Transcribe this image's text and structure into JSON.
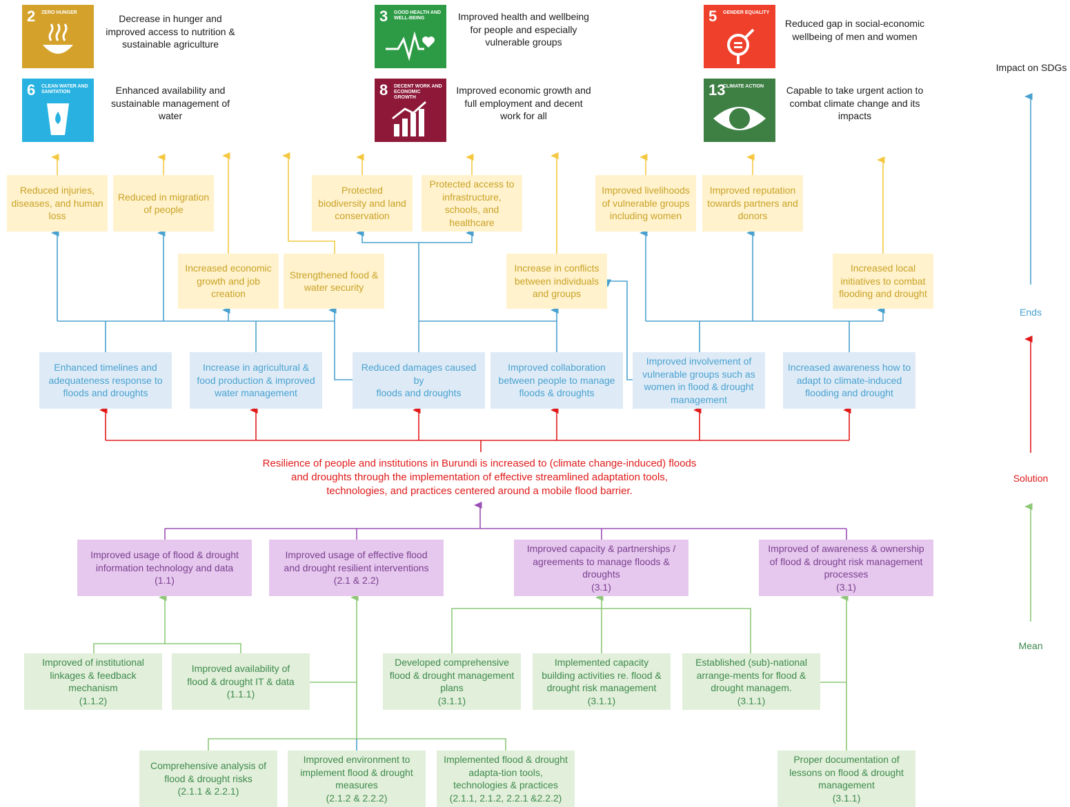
{
  "sdgs": [
    {
      "num": "2",
      "label": "ZERO HUNGER",
      "color": "#d4a12b",
      "icon": "bowl-icon",
      "text": "Decrease in hunger and\nimproved access to nutrition &\nsustainable agriculture"
    },
    {
      "num": "6",
      "label": "CLEAN WATER AND SANITATION",
      "color": "#29b2e1",
      "icon": "water-glass-icon",
      "text": "Enhanced availability and\nsustainable management of\nwater"
    },
    {
      "num": "3",
      "label": "GOOD HEALTH AND WELL-BEING",
      "color": "#2d9b46",
      "icon": "heartbeat-icon",
      "text": "Improved health and wellbeing\nfor people and especially\nvulnerable groups"
    },
    {
      "num": "8",
      "label": "DECENT WORK AND ECONOMIC GROWTH",
      "color": "#8d1838",
      "icon": "growth-chart-icon",
      "text": "Improved economic growth and\nfull employment and decent\nwork for all"
    },
    {
      "num": "5",
      "label": "GENDER EQUALITY",
      "color": "#ef402b",
      "icon": "gender-symbol-icon",
      "text": "Reduced gap in social-economic\nwellbeing of men and women"
    },
    {
      "num": "13",
      "label": "CLIMATE ACTION",
      "color": "#3e7f44",
      "icon": "earth-eye-icon",
      "text": "Capable to take urgent action to\ncombat climate change and its\nimpacts"
    }
  ],
  "ends": [
    "Reduced injuries,\ndiseases, and human\nloss",
    "Reduced in migration\nof people",
    "Increased economic\ngrowth and job\ncreation",
    "Strengthened food &\nwater security",
    "Protected\nbiodiversity and land\nconservation",
    "Protected access to\ninfrastructure,\nschools, and\nhealthcare",
    "Increase in conflicts\nbetween individuals\nand groups",
    "Improved livelihoods\nof vulnerable groups\nincluding women",
    "Improved reputation\ntowards partners and\ndonors",
    "Increased local\ninitiatives to combat\nflooding and drought"
  ],
  "results": [
    "Enhanced timelines and\nadequateness response to\nfloods and droughts",
    "Increase in agricultural &\nfood production & improved\nwater management",
    "Reduced damages caused by\nfloods and droughts",
    "Improved collaboration\nbetween people to manage\nfloods & droughts",
    "Improved involvement of\nvulnerable groups such as\nwomen in flood & drought\nmanagement",
    "Increased awareness how to\nadapt to climate-induced\nflooding and drought"
  ],
  "solution": "Resilience of people and institutions in Burundi is increased to (climate change-induced) floods and droughts through the implementation of effective streamlined adaptation tools, technologies, and practices centered around a mobile flood barrier.",
  "outcomes": [
    "Improved usage of flood & drought\ninformation technology and data\n(1.1)",
    "Improved usage of effective flood\nand drought resilient interventions\n(2.1 & 2.2)",
    "Improved capacity & partnerships /\nagreements to manage floods &\ndroughts\n(3.1)",
    "Improved of awareness & ownership\nof flood & drought risk management\nprocesses\n(3.1)"
  ],
  "outputs": [
    "Improved of institutional\nlinkages & feedback\nmechanism\n(1.1.2)",
    "Improved availability of\nflood & drought IT & data\n(1.1.1)",
    "Developed comprehensive\nflood & drought management\nplans\n(3.1.1)",
    "Implemented capacity\nbuilding activities re. flood &\ndrought risk management\n(3.1.1)",
    "Established (sub)-national\narrange-ments for flood &\ndrought managem.\n(3.1.1)",
    "Comprehensive analysis of\nflood & drought risks\n(2.1.1 & 2.2.1)",
    "Improved environment to\nimplement flood & drought\nmeasures\n(2.1.2 & 2.2.2)",
    "Implemented flood & drought\nadapta-tion tools,\ntechnologies & practices\n(2.1.1, 2.1.2, 2.2.1 &2.2.2)",
    "Proper documentation of\nlessons on flood & drought\nmanagement\n(3.1.1)"
  ],
  "side_labels": {
    "impact": "Impact on SDGs",
    "ends": "Ends",
    "solution": "Solution",
    "mean": "Mean"
  },
  "colors": {
    "ends": "#fff2cc",
    "results": "#deebf7",
    "outcomes": "#e6c8ee",
    "outputs": "#e2efda",
    "solution": "#e01a1a",
    "yellow_line": "#f5c842",
    "blue_line": "#4aa1cf",
    "red_line": "#e01a1a",
    "purple_line": "#9b4fb5",
    "green_line": "#8cc878"
  }
}
